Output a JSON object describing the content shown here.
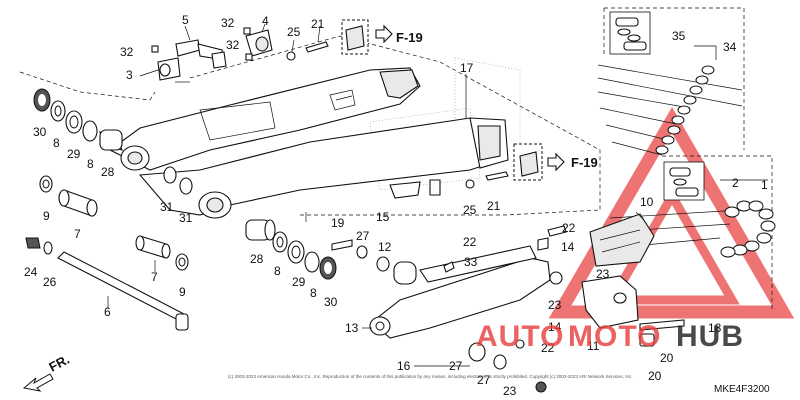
{
  "callouts": {
    "n1": "1",
    "n2": "2",
    "n3": "3",
    "n4": "4",
    "n5": "5",
    "n6": "6",
    "n7a": "7",
    "n7b": "7",
    "n8a": "8",
    "n8b": "8",
    "n8c": "8",
    "n8d": "8",
    "n9a": "9",
    "n9b": "9",
    "n10": "10",
    "n11": "11",
    "n12": "12",
    "n13": "13",
    "n14a": "14",
    "n14b": "14",
    "n15": "15",
    "n16": "16",
    "n17": "17",
    "n18": "18",
    "n19": "19",
    "n20a": "20",
    "n20b": "20",
    "n21a": "21",
    "n21b": "21",
    "n22a": "22",
    "n22b": "22",
    "n22c": "22",
    "n23a": "23",
    "n23b": "23",
    "n23c": "23",
    "n24": "24",
    "n25a": "25",
    "n25b": "25",
    "n26": "26",
    "n27a": "27",
    "n27b": "27",
    "n27c": "27",
    "n28a": "28",
    "n28b": "28",
    "n29a": "29",
    "n29b": "29",
    "n30a": "30",
    "n30b": "30",
    "n31a": "31",
    "n31b": "31",
    "n32a": "32",
    "n32b": "32",
    "n32c": "32",
    "n33": "33",
    "n34": "34",
    "n35": "35"
  },
  "refs": {
    "f19a": "F-19",
    "f19b": "F-19"
  },
  "direction": "FR.",
  "diagram_code": "MKE4F3200",
  "copyright": "(c) 2003-2023 American Honda Motor Co., Inc. Reproduction of the contents of this publication by any means, including electronic, is strictly prohibited. Copyright (c) 2003-2023 ARI Network Services, Inc.",
  "watermark": {
    "part1": "AUTO",
    "part2": "MOTO",
    "part3": "HUB"
  },
  "colors": {
    "watermark_red": "#e83a3a",
    "watermark_dark": "#1e1e1e",
    "line": "#111111"
  }
}
